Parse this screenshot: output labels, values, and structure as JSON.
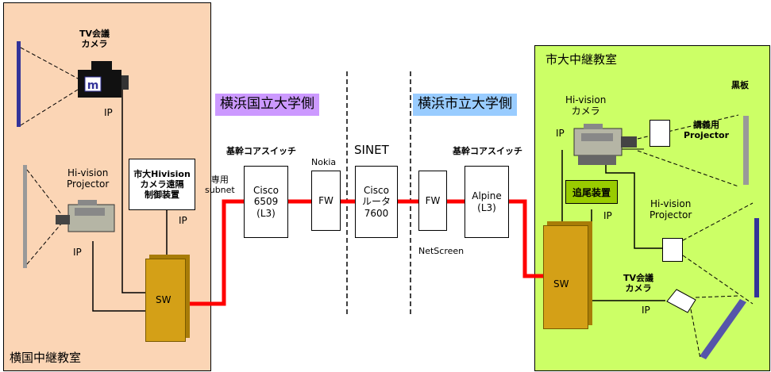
{
  "left_room": {
    "title": "横国中継教室",
    "tv_camera_label": "TV会議\nカメラ",
    "tv_camera_ip": "IP",
    "projector_label": "Hi-vision\nProjector",
    "projector_ip": "IP",
    "remote_ctrl_label": "市大Hivision\nカメラ遠隔\n制御装置",
    "remote_ctrl_ip": "IP",
    "sw_label": "SW"
  },
  "middle": {
    "yokohama_national_label": "横浜国立大学側",
    "yokohama_city_label": "横浜市立大学側",
    "sinet_label": "SINET",
    "core_switch_left_label": "基幹コアスイッチ",
    "core_switch_right_label": "基幹コアスイッチ",
    "dedicated_subnet_label": "専用\nsubnet",
    "nokia_label": "Nokia",
    "netscreen_label": "NetScreen",
    "cisco6509_label": "Cisco\n6509\n(L3)",
    "fw_left_label": "FW",
    "cisco_router_label": "Cisco\nルータ\n7600",
    "fw_right_label": "FW",
    "alpine_label": "Alpine\n(L3)"
  },
  "right_room": {
    "title": "市大中継教室",
    "blackboard_label": "黒板",
    "hivision_camera_label": "Hi-vision\nカメラ",
    "hivision_camera_ip": "IP",
    "lecture_projector_label": "講義用\nProjector",
    "tracking_device_label": "追尾装置",
    "tracking_device_ip": "IP",
    "hivision_projector_label": "Hi-vision\nProjector",
    "sw_label": "SW",
    "tv_camera_label": "TV会議\nカメラ",
    "tv_camera_ip": "IP"
  },
  "colors": {
    "left_room_fill": "#fbd5b5",
    "right_room_fill": "#ccff66",
    "national_label_fill": "#cc99ff",
    "city_label_fill": "#99ccff",
    "network_line": "#ff0000",
    "sw_fill": "#d4a017",
    "tracking_fill": "#99cc00",
    "screen_blue": "#333399",
    "screen_gray": "#999999"
  }
}
